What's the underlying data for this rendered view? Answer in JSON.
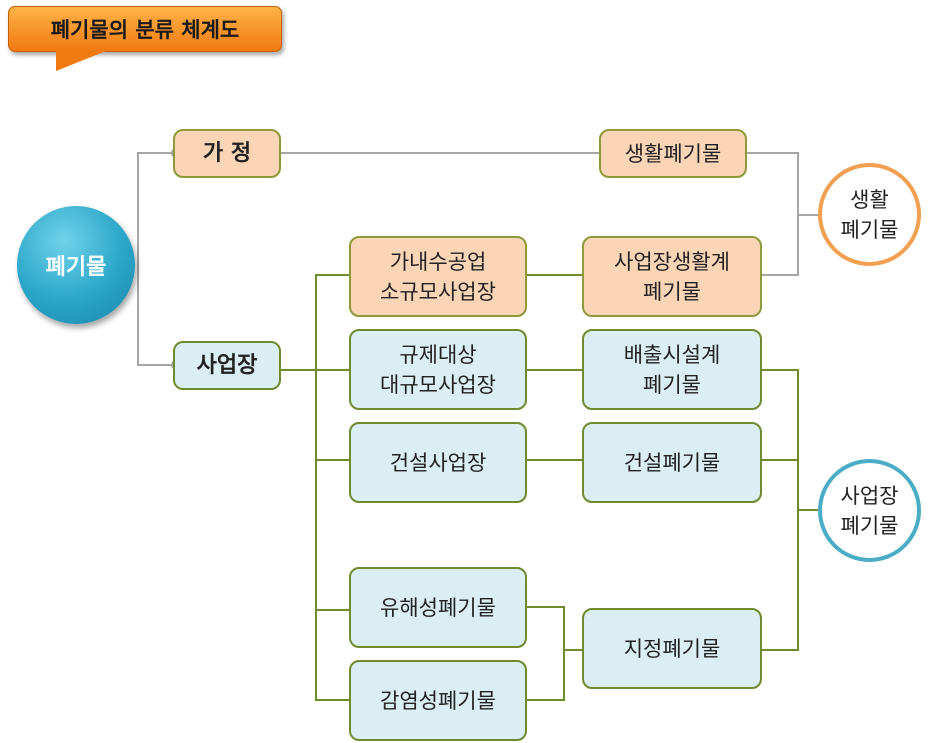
{
  "title": "폐기물의 분류 체계도",
  "root": "폐기물",
  "branches": {
    "household": "가 정",
    "business": "사업장"
  },
  "sources": {
    "small_business": "가내수공업\n소규모사업장",
    "regulated_business": "규제대상\n대규모사업장",
    "construction_site": "건설사업장",
    "hazardous": "유해성폐기물",
    "infectious": "감염성폐기물"
  },
  "waste_types": {
    "domestic": "생활폐기물",
    "business_domestic": "사업장생활계\n폐기물",
    "facility_emission": "배출시설계\n폐기물",
    "construction": "건설폐기물",
    "designated": "지정폐기물"
  },
  "categories": {
    "domestic_waste": "생활\n폐기물",
    "business_waste": "사업장\n폐기물"
  },
  "colors": {
    "peach": "#fbd5b5",
    "light_blue": "#daeef3",
    "green_line": "#6f8b2e",
    "gray_line": "#a6a6a6",
    "orange_ring": "#f0a050",
    "teal_ring": "#4bacc6"
  }
}
